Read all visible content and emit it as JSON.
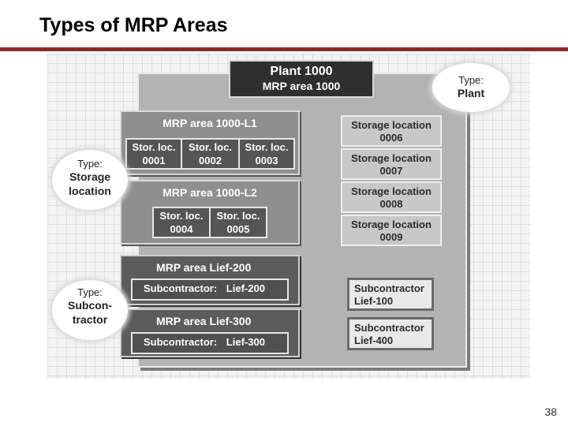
{
  "slide": {
    "title": "Types of MRP Areas",
    "page_number": "38"
  },
  "diagram": {
    "plant": {
      "name": "Plant 1000",
      "mrp_area": "MRP area 1000"
    },
    "mrp_area_l1": {
      "title": "MRP area 1000-L1",
      "locations": [
        {
          "line1": "Stor. loc.",
          "line2": "0001"
        },
        {
          "line1": "Stor. loc.",
          "line2": "0002"
        },
        {
          "line1": "Stor. loc.",
          "line2": "0003"
        }
      ]
    },
    "mrp_area_l2": {
      "title": "MRP area 1000-L2",
      "locations": [
        {
          "line1": "Stor. loc.",
          "line2": "0004"
        },
        {
          "line1": "Stor. loc.",
          "line2": "0005"
        }
      ]
    },
    "mrp_area_lief200": {
      "title": "MRP area Lief-200",
      "bar_label": "Subcontractor:",
      "bar_value": "Lief-200"
    },
    "mrp_area_lief300": {
      "title": "MRP area Lief-300",
      "bar_label": "Subcontractor:",
      "bar_value": "Lief-300"
    },
    "right_storage": [
      {
        "line1": "Storage location",
        "line2": "0006"
      },
      {
        "line1": "Storage location",
        "line2": "0007"
      },
      {
        "line1": "Storage location",
        "line2": "0008"
      },
      {
        "line1": "Storage location",
        "line2": "0009"
      }
    ],
    "right_subcontractors": [
      {
        "line1": "Subcontractor",
        "line2": "Lief-100"
      },
      {
        "line1": "Subcontractor",
        "line2": "Lief-400"
      }
    ],
    "type_plant": {
      "label": "Type:",
      "value_lines": [
        "Plant"
      ]
    },
    "type_storage": {
      "label": "Type:",
      "value_lines": [
        "Storage",
        "location"
      ]
    },
    "type_subcontractor": {
      "label": "Type:",
      "value_lines": [
        "Subcon-",
        "tractor"
      ]
    }
  },
  "colors": {
    "title_rule": "#8b2a2a",
    "plant_header": "#2f2f2f",
    "plant_area": "#b3b3b3",
    "mrp_area_light": "#8f8f8f",
    "mrp_area_dark": "#5c5c5c"
  }
}
